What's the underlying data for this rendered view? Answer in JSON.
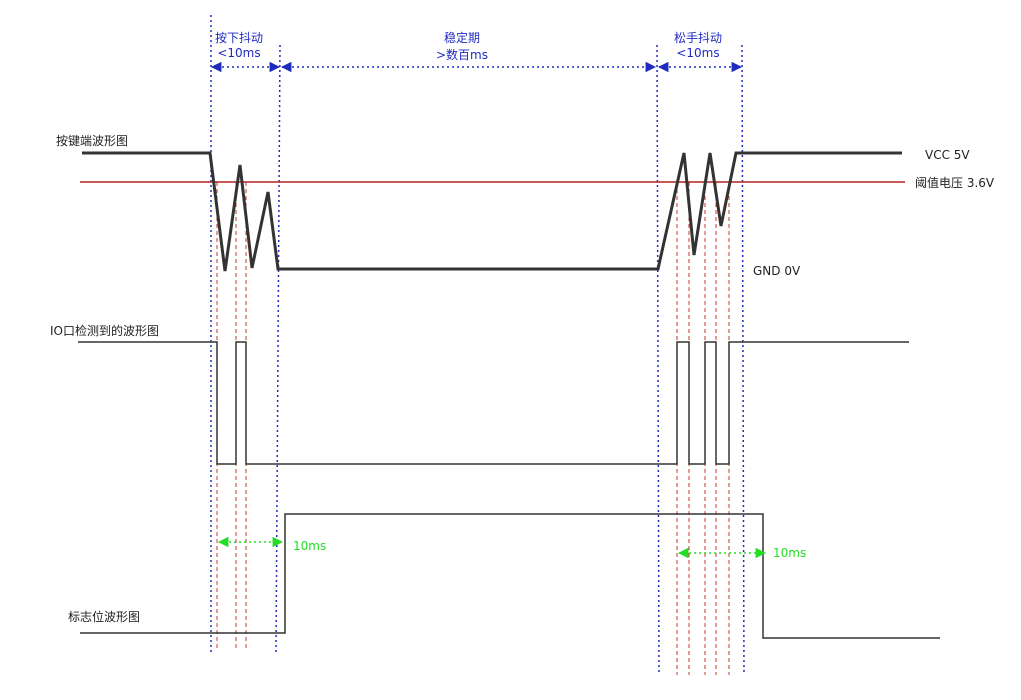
{
  "phases": {
    "press_bounce": {
      "title": "按下抖动",
      "duration": "<10ms"
    },
    "stable": {
      "title": "稳定期",
      "duration": ">数百ms"
    },
    "release_bounce": {
      "title": "松手抖动",
      "duration": "<10ms"
    }
  },
  "waveforms": {
    "key_signal": {
      "label": "按键端波形图"
    },
    "io_signal": {
      "label": "IO口检测到的波形图"
    },
    "flag_signal": {
      "label": "标志位波形图"
    }
  },
  "levels": {
    "vcc": "VCC 5V",
    "threshold": "阈值电压 3.6V",
    "gnd": "GND 0V"
  },
  "delays": {
    "press_delay": "10ms",
    "release_delay": "10ms"
  },
  "colors": {
    "signal": "#333333",
    "threshold_line": "#b22222",
    "marker_blue": "#1f2bbf",
    "delay_green": "#22dd22",
    "guide_red": "#c0392b"
  }
}
